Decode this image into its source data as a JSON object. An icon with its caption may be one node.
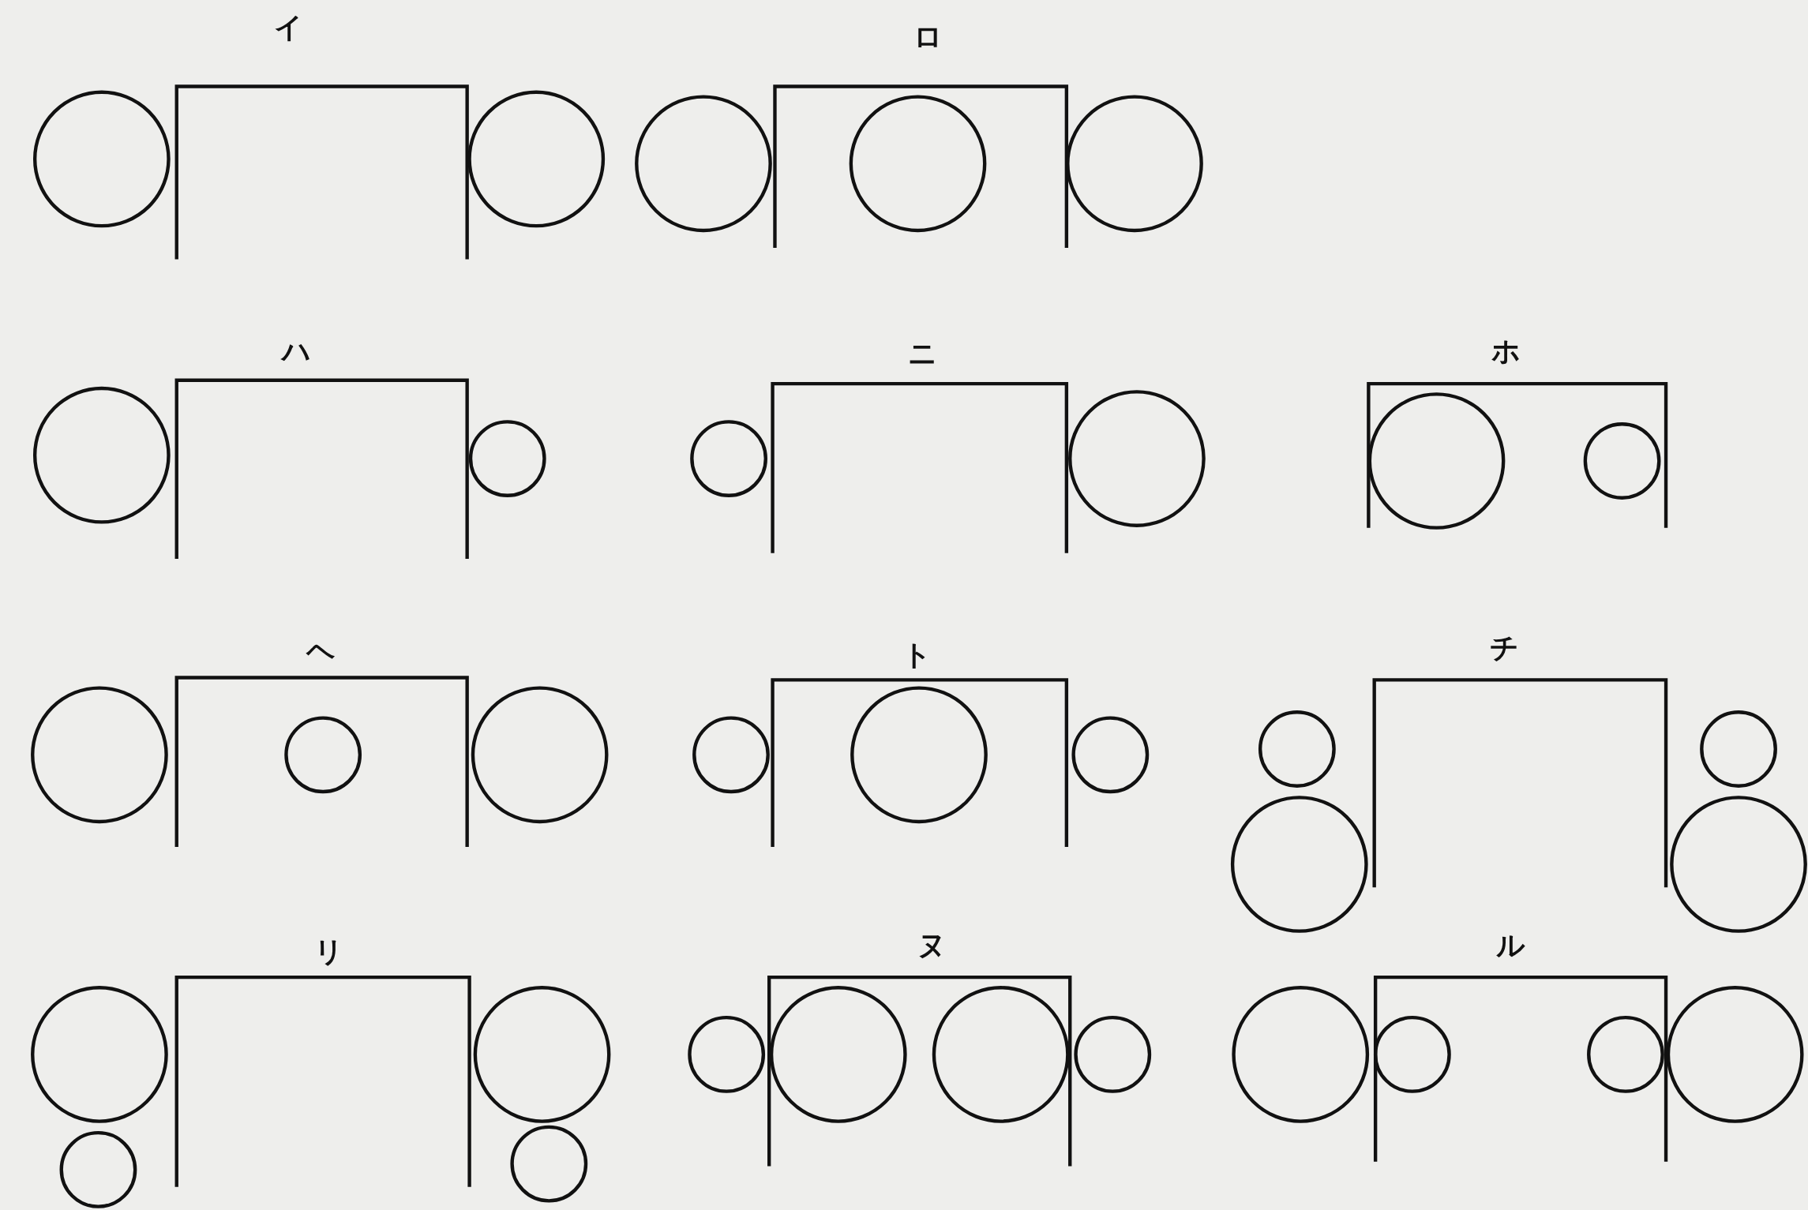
{
  "diagram": {
    "labels": [
      "イ",
      "ロ",
      "ハ",
      "ニ",
      "ホ",
      "ヘ",
      "ト",
      "チ",
      "リ",
      "ヌ",
      "ル"
    ]
  }
}
